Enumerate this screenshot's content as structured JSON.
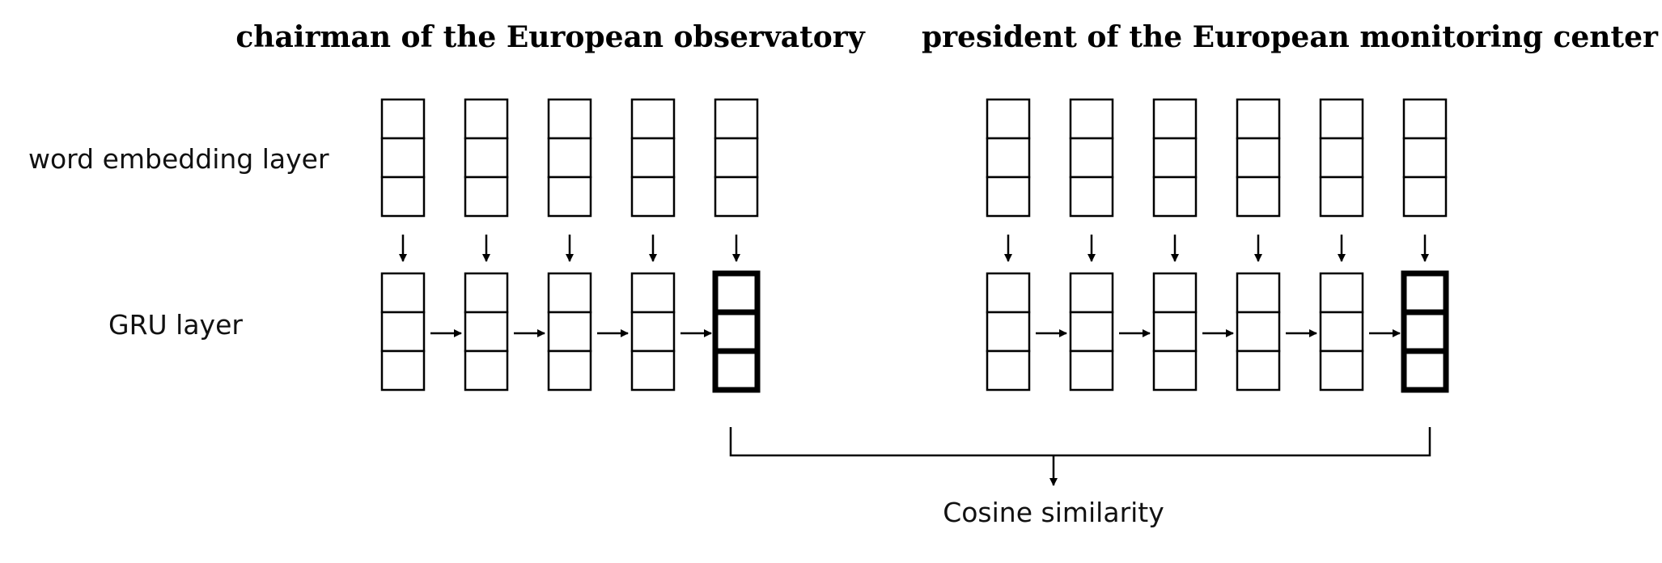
{
  "diagram": {
    "left_phrase": "chairman of the European observatory",
    "right_phrase": "president of the European monitoring center",
    "layers": {
      "embedding_label": "word embedding layer",
      "gru_label": "GRU layer"
    },
    "output_label": "Cosine similarity",
    "left_sequence_length": 5,
    "right_sequence_length": 6,
    "cells_per_vector": 3,
    "colors": {
      "stroke": "#000000",
      "background": "#ffffff"
    }
  }
}
